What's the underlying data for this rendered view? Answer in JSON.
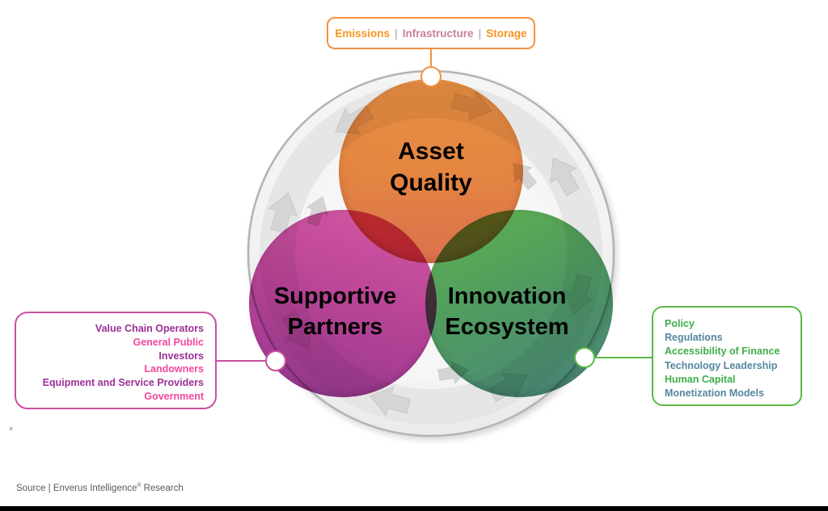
{
  "palette": {
    "orange": "#F5913B",
    "orange-text": "#F7941E",
    "mauve-text": "#C87F9D",
    "sep-gray": "#BBBBBB",
    "magenta": "#C94F9E",
    "purple-text": "#9B3097",
    "pink-text": "#F3479E",
    "green": "#5CB947",
    "green-text": "#3FAE49",
    "teal-text": "#54879E",
    "source-gray": "#595959",
    "circle-orange": "#ED8A43",
    "circle-pink": "#C2479D",
    "circle-green": "#53A163",
    "ring-gray": "#D5D5D5"
  },
  "top_callout": {
    "separator": "|",
    "items": [
      "Emissions",
      "Infrastructure",
      "Storage"
    ]
  },
  "circles": {
    "asset_quality": {
      "line1": "Asset",
      "line2": "Quality"
    },
    "supportive_partners": {
      "line1": "Supportive",
      "line2": "Partners"
    },
    "innovation_ecosystem": {
      "line1": "Innovation",
      "line2": "Ecosystem"
    }
  },
  "left_callout": {
    "items": [
      "Value Chain Operators",
      "General Public",
      "Investors",
      "Landowners",
      "Equipment and Service Providers",
      "Government"
    ]
  },
  "right_callout": {
    "items": [
      "Policy",
      "Regulations",
      "Accessibility of Finance",
      "Technology Leadership",
      "Human Capital",
      "Monetization Models"
    ]
  },
  "micro_mark": "JI",
  "source": {
    "prefix": "Source | Enverus Intelligence",
    "reg": "®",
    "suffix": "Research"
  }
}
